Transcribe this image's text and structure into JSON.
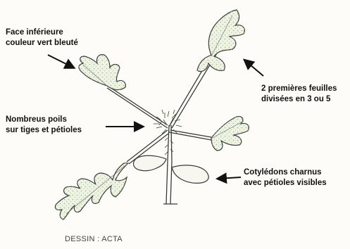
{
  "labels": {
    "face_inferieure": {
      "line1": "Face inférieure",
      "line2": "couleur vert bleuté"
    },
    "premieres_feuilles": {
      "line1": "2 premières feuilles",
      "line2": "divisées en 3 ou 5"
    },
    "poils": {
      "line1": "Nombreus poils",
      "line2": "sur tiges et pétioles"
    },
    "cotyledons": {
      "line1": "Cotylédons charnus",
      "line2": "avec pétioles visibles"
    }
  },
  "credit": "DESSIN : ACTA",
  "colors": {
    "leaf_fill": "#eef3e6",
    "leaf_dots": "#9bbf7a",
    "outline": "#3a3a3a",
    "text": "#111111",
    "background": "#fdfcf9"
  },
  "icons": [
    "arrow-icon"
  ]
}
